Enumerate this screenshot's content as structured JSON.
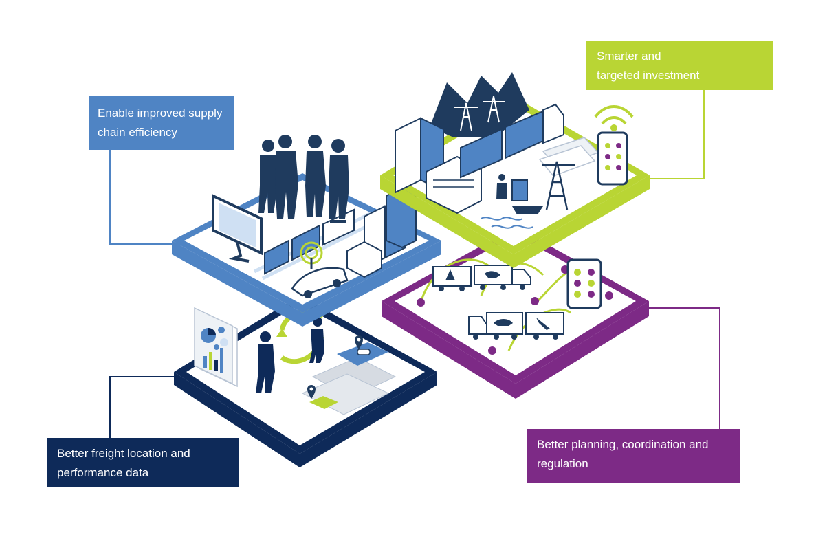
{
  "colors": {
    "blue": "#4f84c4",
    "green": "#b9d534",
    "navy": "#0e2a59",
    "purple": "#7d2a86",
    "dark": "#1f3b5e",
    "light_blue": "#cfe0f3"
  },
  "labels": {
    "supply_chain": {
      "line1": "Enable improved supply",
      "line2": "chain efficiency"
    },
    "investment": {
      "line1": "Smarter and",
      "line2": "targeted investment"
    },
    "freight_data": {
      "line1": "Better freight location and",
      "line2": "performance data"
    },
    "planning": {
      "line1": "Better planning, coordination and",
      "line2": "regulation"
    }
  },
  "icons": [
    "people-silhouettes-icon",
    "monitor-icon",
    "train-icon",
    "buildings-icon",
    "car-icon",
    "signal-icon",
    "factory-icon",
    "truck-icon",
    "crane-icon",
    "oil-rig-icon",
    "ship-icon",
    "documents-icon",
    "tablet-checklist-icon",
    "wifi-icon",
    "mountain-icon",
    "map-pin-icon",
    "chart-report-icon",
    "cycle-arrows-icon"
  ]
}
